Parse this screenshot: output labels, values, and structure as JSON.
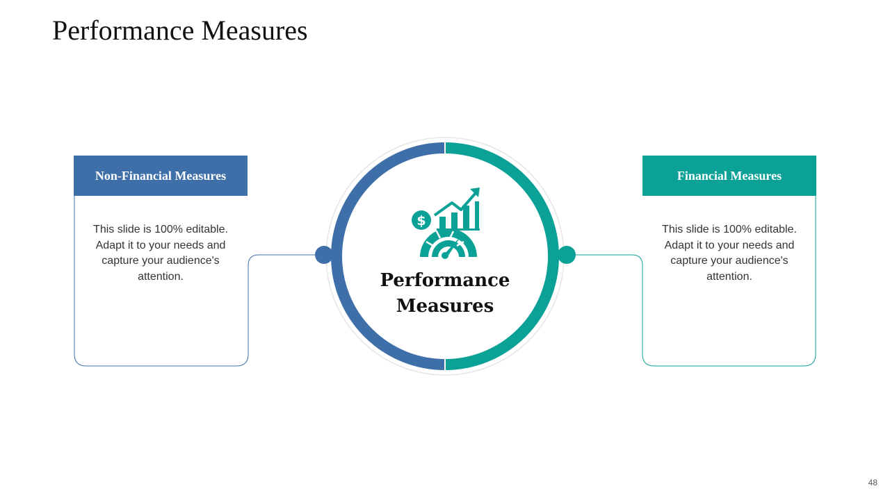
{
  "slide": {
    "title": "Performance Measures",
    "page_number": "48"
  },
  "center": {
    "title_line1": "Performance",
    "title_line2": "Measures",
    "icon": "performance-growth-icon"
  },
  "left_panel": {
    "label": "Non-Financial Measures",
    "text": "This slide is 100% editable. Adapt it to your needs and capture your audience's attention."
  },
  "right_panel": {
    "label": "Financial Measures",
    "text": "This slide is 100% editable. Adapt it to your needs and capture your audience's attention."
  },
  "colors": {
    "blue": "#3f6fa8",
    "teal": "#0ba197",
    "outline": "#e6e6e6"
  }
}
